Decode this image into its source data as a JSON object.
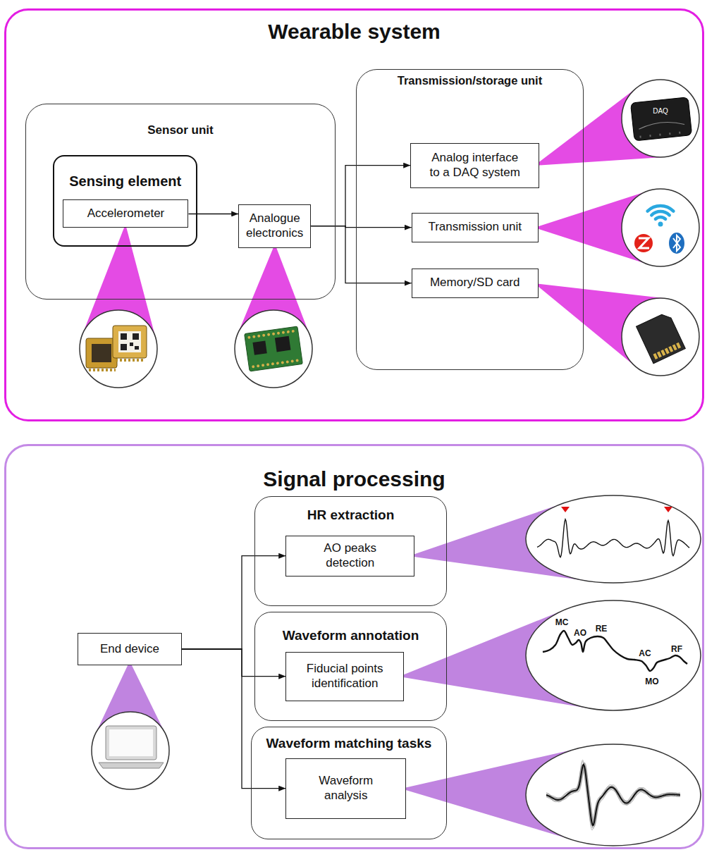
{
  "diagram": {
    "nodes": [
      {
        "text": [
          "Wearable system"
        ]
      },
      {
        "text": [
          "Sensor unit"
        ],
        "in": 0
      },
      {
        "text": [
          "Sensing element"
        ],
        "in": 1
      },
      {
        "text": [
          "Accelerometer"
        ],
        "in": 2
      },
      {
        "text": [
          "Analogue electronics"
        ],
        "in": 1
      },
      {
        "text": [
          "Transmission/storage unit"
        ],
        "in": 0
      },
      {
        "text": [
          "Analog interface to a DAQ system"
        ],
        "in": 5
      },
      {
        "text": [
          "Transmission unit"
        ],
        "in": 5
      },
      {
        "text": [
          "Memory/SD card"
        ],
        "in": 5
      },
      {
        "text": [
          "Signal processing"
        ]
      },
      {
        "text": [
          "End device"
        ],
        "in": 9
      },
      {
        "text": [
          "HR extraction"
        ],
        "in": 9
      },
      {
        "text": [
          "AO peaks detection"
        ],
        "in": 11
      },
      {
        "text": [
          "Waveform annotation"
        ],
        "in": 9
      },
      {
        "text": [
          "Fiducial points identification"
        ],
        "in": 13
      },
      {
        "text": [
          "Waveform matching tasks"
        ],
        "in": 9
      },
      {
        "text": [
          "Waveform analysis"
        ],
        "in": 15
      }
    ],
    "edges": [
      {
        "from": 3,
        "to": 4,
        "arrow": "to"
      },
      {
        "from": 4,
        "to": 6,
        "arrow": "to"
      },
      {
        "from": 4,
        "to": 7,
        "arrow": "to"
      },
      {
        "from": 4,
        "to": 8,
        "arrow": "to"
      },
      {
        "from": 10,
        "to": 12,
        "arrow": "to"
      },
      {
        "from": 10,
        "to": 14,
        "arrow": "to"
      },
      {
        "from": 10,
        "to": 16,
        "arrow": "to"
      }
    ],
    "labels": [
      "DAQ",
      "MC",
      "AO",
      "RE",
      "AC",
      "MO",
      "RF"
    ]
  }
}
